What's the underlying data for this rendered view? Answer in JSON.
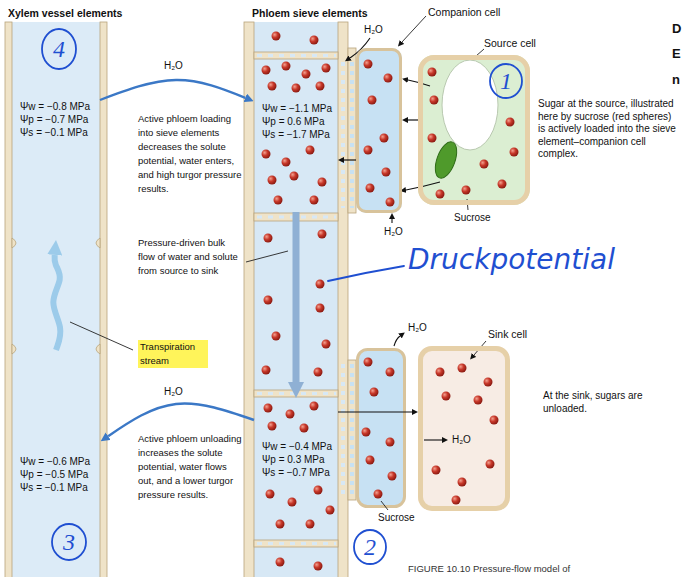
{
  "diagram": {
    "caption": "FIGURE 10.10 Pressure-flow model of",
    "nodes": [
      {
        "text": [
          "Ψw = −0.8 MPa",
          "Ψp = −0.7 MPa",
          "Ψs = −0.1 MPa"
        ]
      },
      {
        "text": [
          "4"
        ],
        "in": 0
      },
      {
        "text": [
          "Ψw = −1.1 MPa",
          "Ψp = 0.6 MPa",
          "Ψs = −1.7 MPa"
        ]
      },
      {
        "text": [
          "Companion cell"
        ]
      },
      {
        "text": [
          "Source cell"
        ]
      },
      {
        "text": [
          "1"
        ],
        "in": 4
      },
      {
        "text": [
          "Sink cell",
          "H₂O"
        ]
      },
      {
        "text": [
          "Ψw = −0.4 MPa",
          "Ψp = 0.3 MPa",
          "Ψs = −0.7 MPa"
        ]
      },
      {
        "text": [
          "2"
        ]
      },
      {
        "text": [
          "Ψw = −0.6 MPa",
          "Ψp = −0.5 MPa",
          "Ψs = −0.1 MPa"
        ]
      },
      {
        "text": [
          "3"
        ],
        "in": 9
      }
    ],
    "edges": [
      {
        "from": 0,
        "to": 2,
        "arrow": "to",
        "label": "H₂O"
      },
      {
        "from": 4,
        "to": 3,
        "arrow": "to"
      },
      {
        "from": 3,
        "to": 2,
        "arrow": "to"
      },
      {
        "from": 2,
        "to": 7,
        "arrow": "to"
      },
      {
        "from": 7,
        "to": 6,
        "arrow": "to"
      },
      {
        "from": 7,
        "to": 9,
        "arrow": "to",
        "label": "H₂O"
      },
      {
        "from": 9,
        "to": 0,
        "arrow": "to"
      }
    ],
    "labels": [
      "Xylem vessel elements",
      "Phloem sieve elements",
      "D",
      "E",
      "n",
      "H₂O",
      "Sugar at the source, illustrated here by sucrose (red spheres) is actively loaded into the sieve element–companion cell complex.",
      "Active phloem loading into sieve elements decreases the solute potential, water enters, and high turgor pressure results.",
      "H₂O",
      "Sucrose",
      "Pressure-driven bulk flow of water and solute from source to sink",
      "Druckpotential",
      "H₂O",
      "Transpiration stream",
      "At the sink, sugars are unloaded.",
      "Active phloem unloading increases the solute potential, water flows out, and a lower turgor pressure results.",
      "Sucrose"
    ]
  }
}
